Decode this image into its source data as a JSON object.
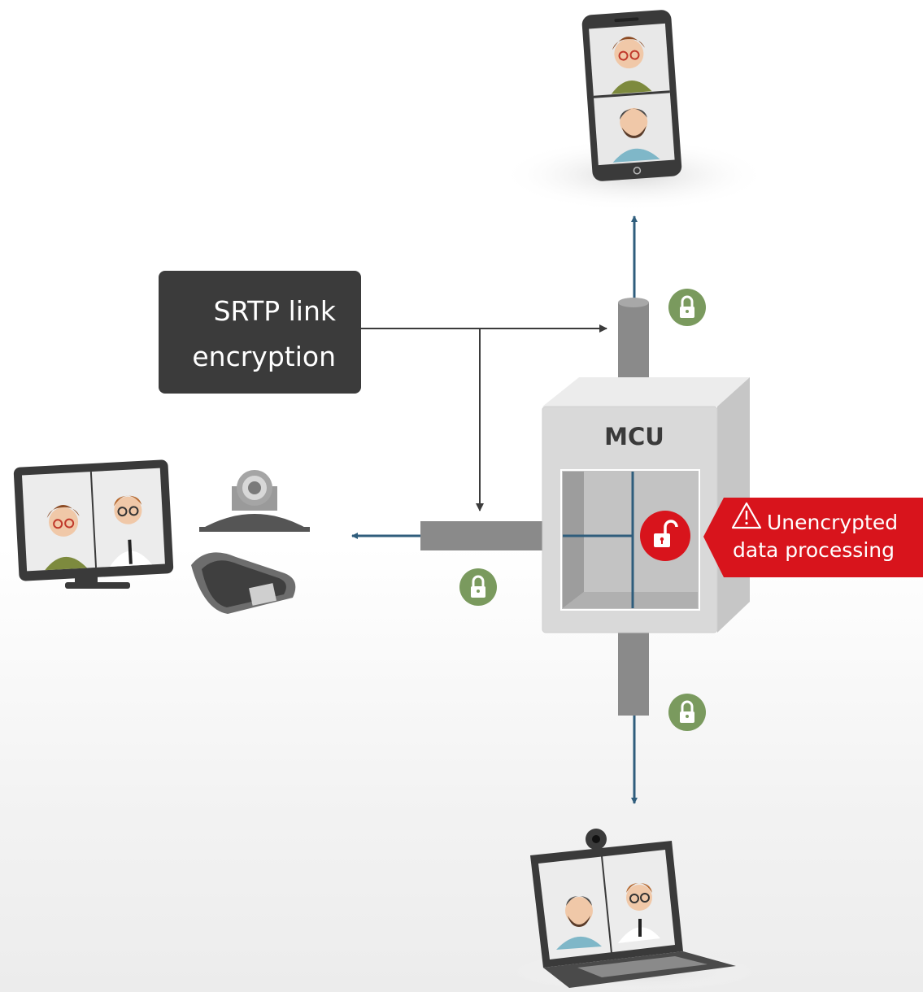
{
  "srtp": {
    "line1": "SRTP link",
    "line2": "encryption"
  },
  "mcu": {
    "label": "MCU"
  },
  "warning": {
    "line1": "Unencrypted",
    "line2": "data processing"
  },
  "colors": {
    "link_arrow": "#2f5d7c",
    "label_box": "#3b3b3b",
    "lock_green": "#7a9a5e",
    "warning_red": "#d8141c",
    "mcu_gray": "#d9d9d9"
  },
  "endpoints": [
    {
      "icon": "smartphone-icon"
    },
    {
      "icon": "room-video-system-icon"
    },
    {
      "icon": "laptop-icon"
    }
  ]
}
